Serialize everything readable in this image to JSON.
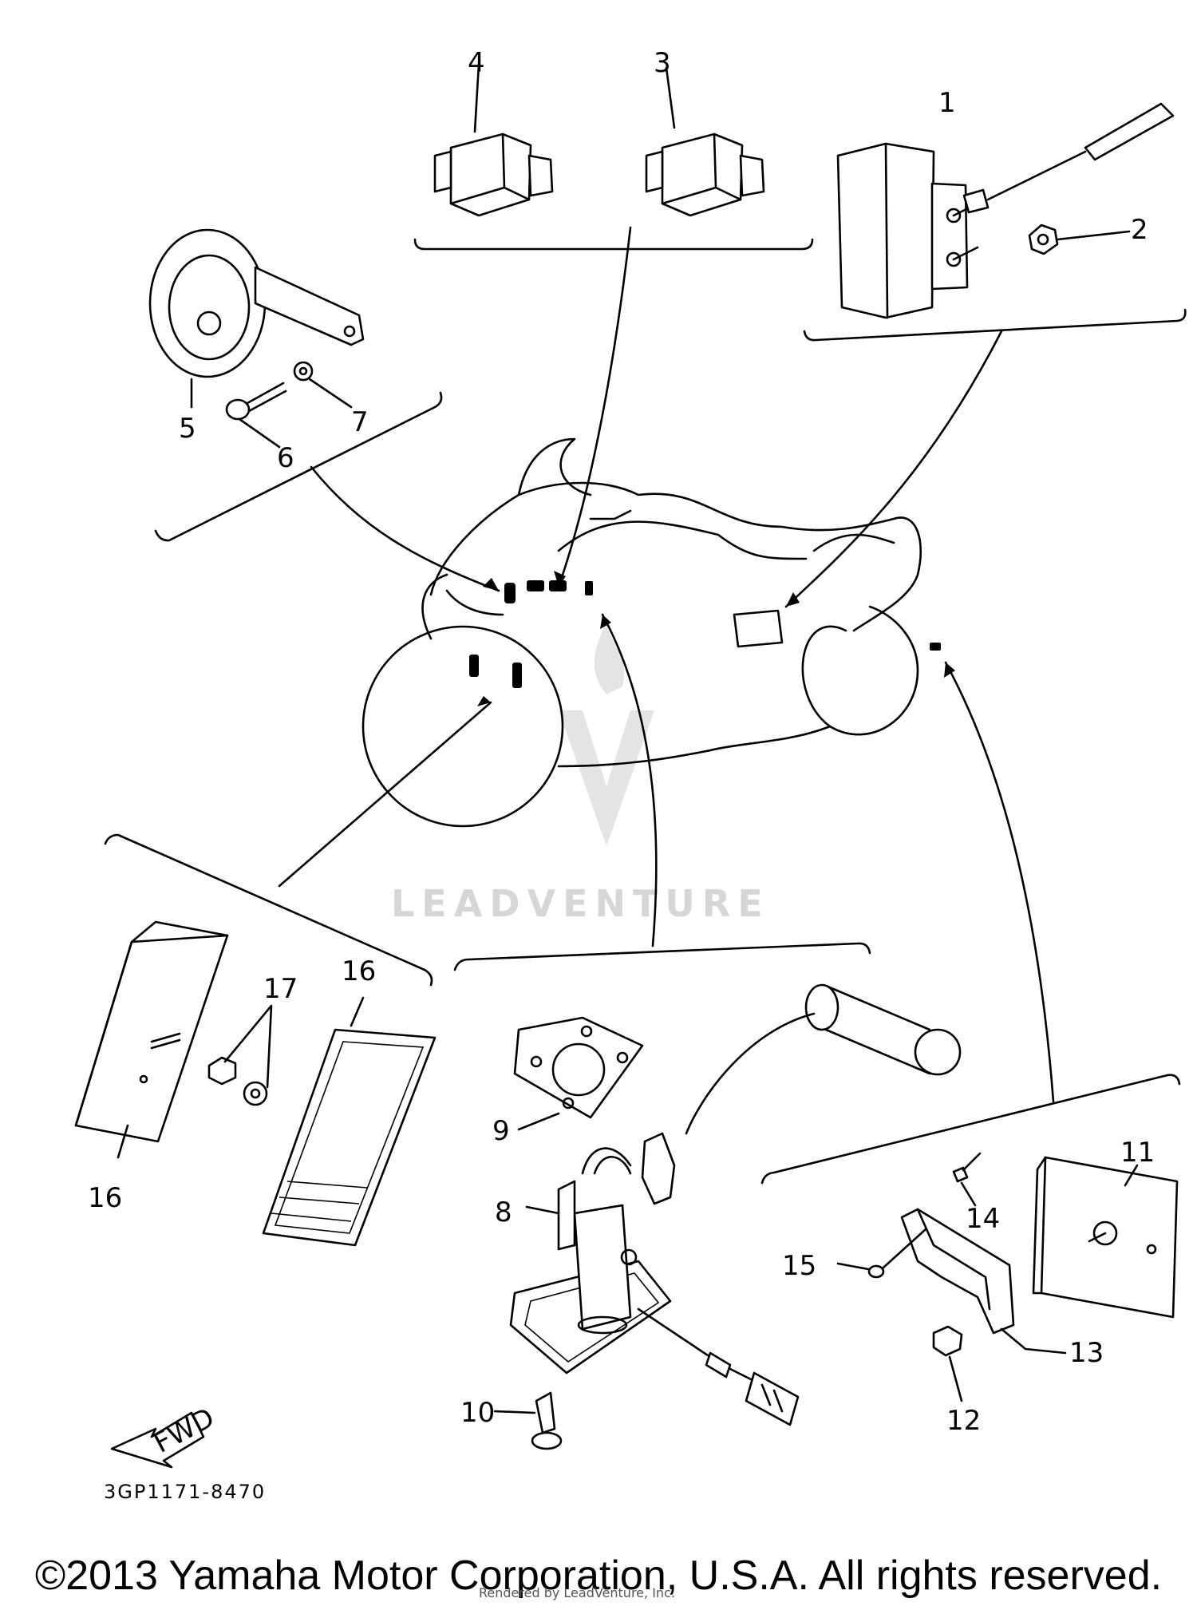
{
  "watermark": {
    "brand": "LEADVENTURE"
  },
  "callouts": [
    "1",
    "2",
    "3",
    "4",
    "5",
    "6",
    "7",
    "8",
    "9",
    "10",
    "11",
    "12",
    "13",
    "14",
    "15",
    "16",
    "16",
    "17"
  ],
  "fwd_label": "FWD",
  "diagram_code": "3GP1171-8470",
  "footer": {
    "copyright": "©2013 Yamaha Motor Corporation, U.S.A. All rights reserved.",
    "rendered_by": "Rendered by LeadVenture, Inc."
  }
}
